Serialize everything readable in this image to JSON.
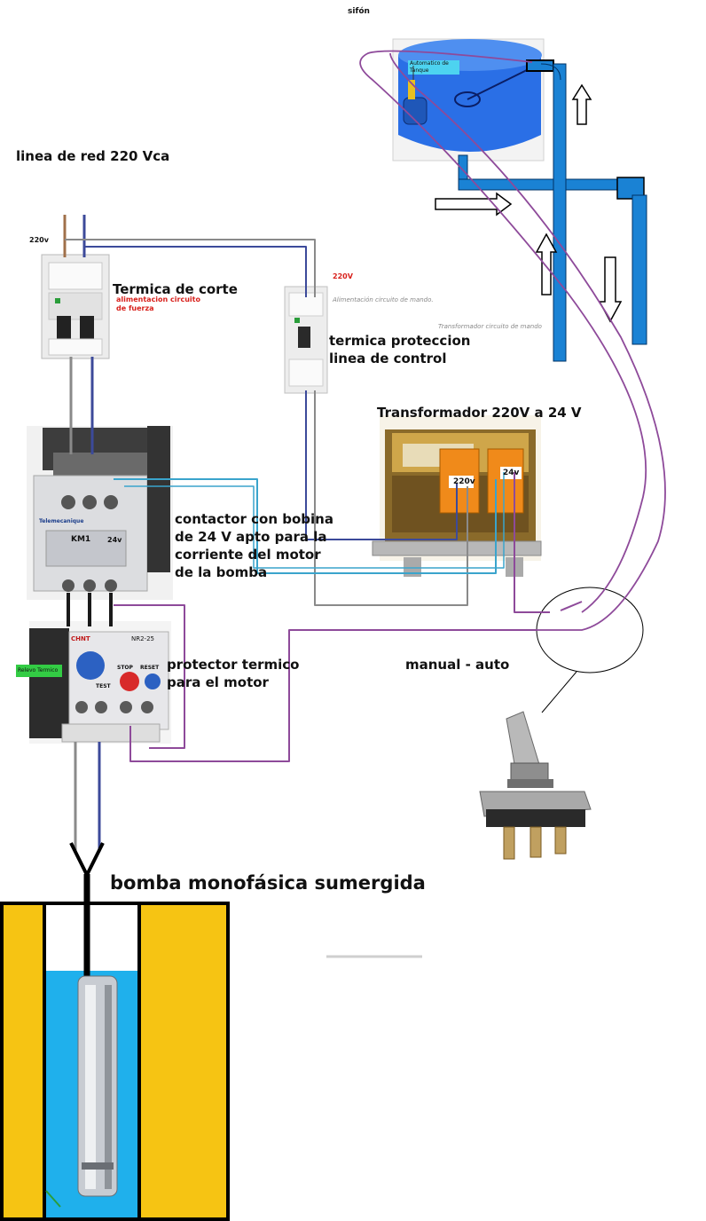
{
  "labels": {
    "top": "sifón",
    "mains": "linea de red 220 Vca",
    "mains_voltage": "220v",
    "main_breaker": "Termica de corte",
    "main_breaker_sub1": "alimentacion circuito",
    "main_breaker_sub2": "de fuerza",
    "control_voltage": "220V",
    "control_supply": "Alimentación circuito de mando.",
    "transformer_supply": "Transformador circuito de mando",
    "control_breaker": "termica proteccion linea de control",
    "transformer": "Transformador 220V a 24 V",
    "transformer_in": "220v",
    "transformer_out": "24v",
    "contactor": "contactor con bobina de 24 V apto para la corriente del motor de la bomba",
    "contactor_brand": "Telemecanique",
    "contactor_id": "KM1",
    "contactor_coil": "24v",
    "thermal_relay": "protector termico para  el motor",
    "relay_tag": "Relevo Termico",
    "relay_brand": "CHNT",
    "relay_model": "NR2-25",
    "relay_stop": "STOP",
    "relay_reset": "RESET",
    "relay_test": "TEST",
    "switch": "manual - auto",
    "float_switch": "Automatico de Tanque",
    "pump": "bomba monofásica sumergida"
  },
  "colors": {
    "phase": "#a0704a",
    "neutral": "#3c4a9a",
    "control_grey": "#8a8a8a",
    "coil_cyan": "#3aa4cc",
    "signal_purple": "#8e4a9a",
    "pipe": "#1a82d4",
    "tank": "#2a6fe6",
    "well": "#f6c413",
    "water": "#1fb0ec"
  }
}
